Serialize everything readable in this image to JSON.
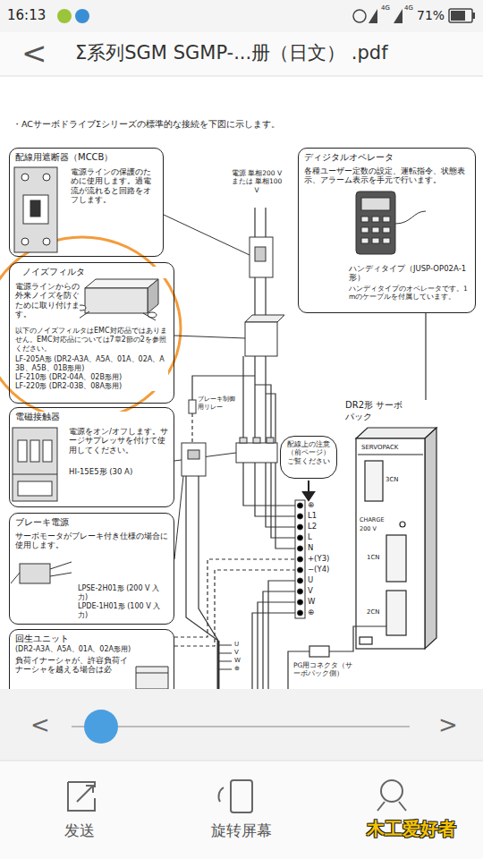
{
  "diagram": {
    "nodes": [
      {
        "text": [
          "配線用遮断器（MCCB）",
          "電源ラインの保護のために使用します。過電流が流れると回路をオフします。"
        ]
      },
      {
        "text": [
          "ノイズフィルタ",
          "電源ラインからの外来ノイズを防ぐために取り付けます。",
          "以下のノイズフィルタはEMC対応品ではありません。EMC対応品については7章2節の2を参照ください。",
          "LF-205A形 (DR2-A3A、A5A、01A、02A、A3B、A5B、01B形用)",
          "LF-210形 (DR2-04A、02B形用)",
          "LF-220形 (DR2-03B、08A形用)"
        ]
      },
      {
        "text": [
          "電磁接触器",
          "電源をオン/オフします。サージサプレッサを付けて使用してください。",
          "HI-15E5形 (30 A)"
        ]
      },
      {
        "text": [
          "ブレーキ電源",
          "サーボモータがブレーキ付き仕様の場合に使用します。",
          "LPSE-2H01形 (200 V 入力)",
          "LPDE-1H01形 (100 V 入力)"
        ]
      },
      {
        "text": [
          "回生ユニット",
          "(DR2-A3A、A5A、01A、02A形用)",
          "負荷イナーシャが、許容負荷イナーシャを越える場合は必"
        ]
      },
      {
        "text": [
          "ディジタルオペレータ",
          "各種ユーザー定数の設定、運転指令、状態表示、アラーム表示を手元で行います。",
          "ハンディタイプ（JUSP-OP02A-1形）",
          "ハンディタイプのオペレータです。1mのケーブルを付属しています。"
        ]
      },
      {
        "text": [
          "DR2形 サーボパック"
        ]
      },
      {
        "text": [
          "配線上の注意（前ページ）ご覧ください"
        ]
      }
    ],
    "edges": [
      {
        "from": 5,
        "to": 6,
        "arrow": "none"
      }
    ],
    "labels": [
      "16:13",
      "4G",
      "4G",
      "71%",
      "<",
      "Σ系列SGM SGMP-...册（日文） .pdf",
      "・ACサーボドライブΣシリーズの標準的な接続を下図に示します。",
      "電源 単相200 V または 単相100 V",
      "ブレーキ制御用リレー",
      "⊕",
      "L1",
      "L2",
      "L",
      "N",
      "+(Y3)",
      "−(Y4)",
      "U",
      "V",
      "W",
      "⊕",
      "PG用コネクタ（サーボパック側）",
      "SERVOPACK",
      "3CN",
      "CHARGE",
      "200 V",
      "1CN",
      "2CN",
      "U",
      "V",
      "W",
      "⊕",
      "<",
      ">",
      "发送",
      "旋转屏幕",
      "木工爱好者"
    ]
  }
}
